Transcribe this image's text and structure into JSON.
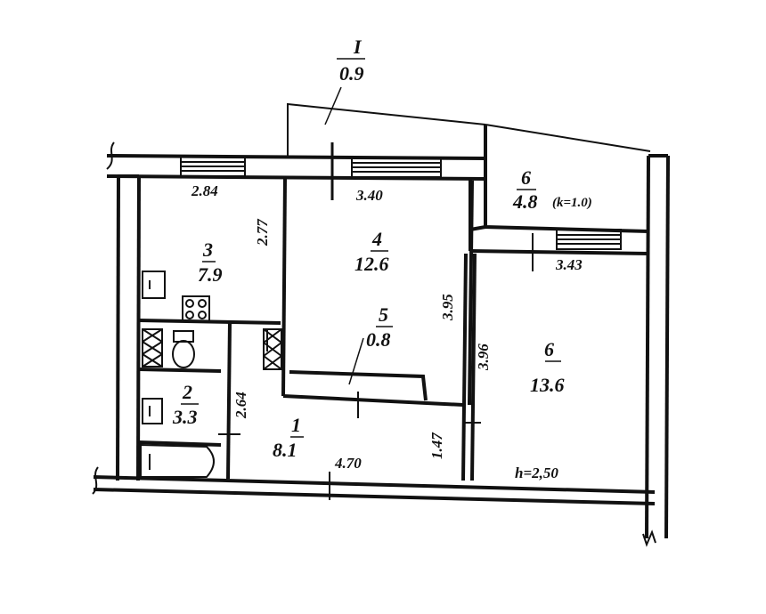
{
  "balcony_marker": {
    "id": "I",
    "area": "0.9"
  },
  "rooms": [
    {
      "num": "1",
      "area": "8.1"
    },
    {
      "num": "2",
      "area": "3.3"
    },
    {
      "num": "3",
      "area": "7.9"
    },
    {
      "num": "4",
      "area": "12.6"
    },
    {
      "num": "5",
      "area": "0.8"
    },
    {
      "num": "6",
      "area": "13.6"
    }
  ],
  "loggia": {
    "num": "6",
    "area": "4.8",
    "coef": "(k=1.0)"
  },
  "dimensions": {
    "kitchen_width": "2.84",
    "kitchen_depth": "2.77",
    "room4_width": "3.40",
    "room4_depth": "3.95",
    "room6_width": "3.43",
    "room6_depth": "3.96",
    "bath_depth": "2.64",
    "hall_width": "4.70",
    "hall_depth": "1.47"
  },
  "ceiling_height": "h=2,50"
}
